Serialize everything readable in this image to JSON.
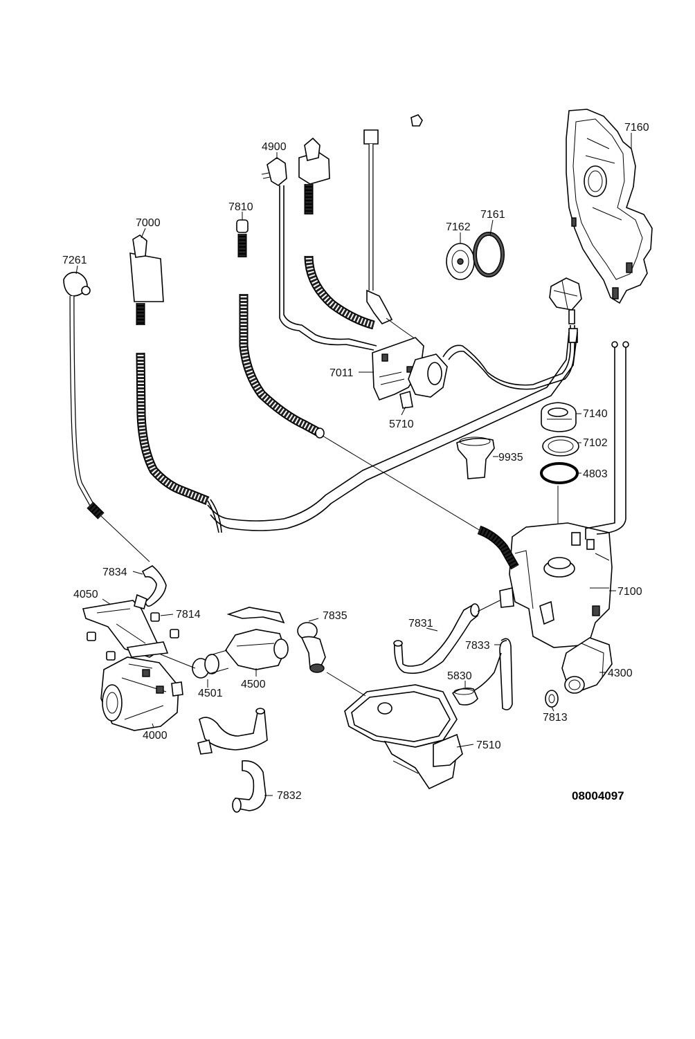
{
  "document_id": "08004097",
  "callouts": [
    {
      "id": "c7160",
      "text": "7160"
    },
    {
      "id": "c4900",
      "text": "4900"
    },
    {
      "id": "c7810",
      "text": "7810"
    },
    {
      "id": "c7000",
      "text": "7000"
    },
    {
      "id": "c7261",
      "text": "7261"
    },
    {
      "id": "c7162",
      "text": "7162"
    },
    {
      "id": "c7161",
      "text": "7161"
    },
    {
      "id": "c7011",
      "text": "7011"
    },
    {
      "id": "c5710",
      "text": "5710"
    },
    {
      "id": "c7140",
      "text": "7140"
    },
    {
      "id": "c7102",
      "text": "7102"
    },
    {
      "id": "c9935",
      "text": "9935"
    },
    {
      "id": "c4803",
      "text": "4803"
    },
    {
      "id": "c7100",
      "text": "7100"
    },
    {
      "id": "c7834",
      "text": "7834"
    },
    {
      "id": "c4050",
      "text": "4050"
    },
    {
      "id": "c7814",
      "text": "7814"
    },
    {
      "id": "c7835",
      "text": "7835"
    },
    {
      "id": "c7831",
      "text": "7831"
    },
    {
      "id": "c7833",
      "text": "7833"
    },
    {
      "id": "c4300",
      "text": "4300"
    },
    {
      "id": "c5830",
      "text": "5830"
    },
    {
      "id": "c7813",
      "text": "7813"
    },
    {
      "id": "c4501",
      "text": "4501"
    },
    {
      "id": "c4500",
      "text": "4500"
    },
    {
      "id": "c4000",
      "text": "4000"
    },
    {
      "id": "c7510",
      "text": "7510"
    },
    {
      "id": "c7832",
      "text": "7832"
    }
  ]
}
